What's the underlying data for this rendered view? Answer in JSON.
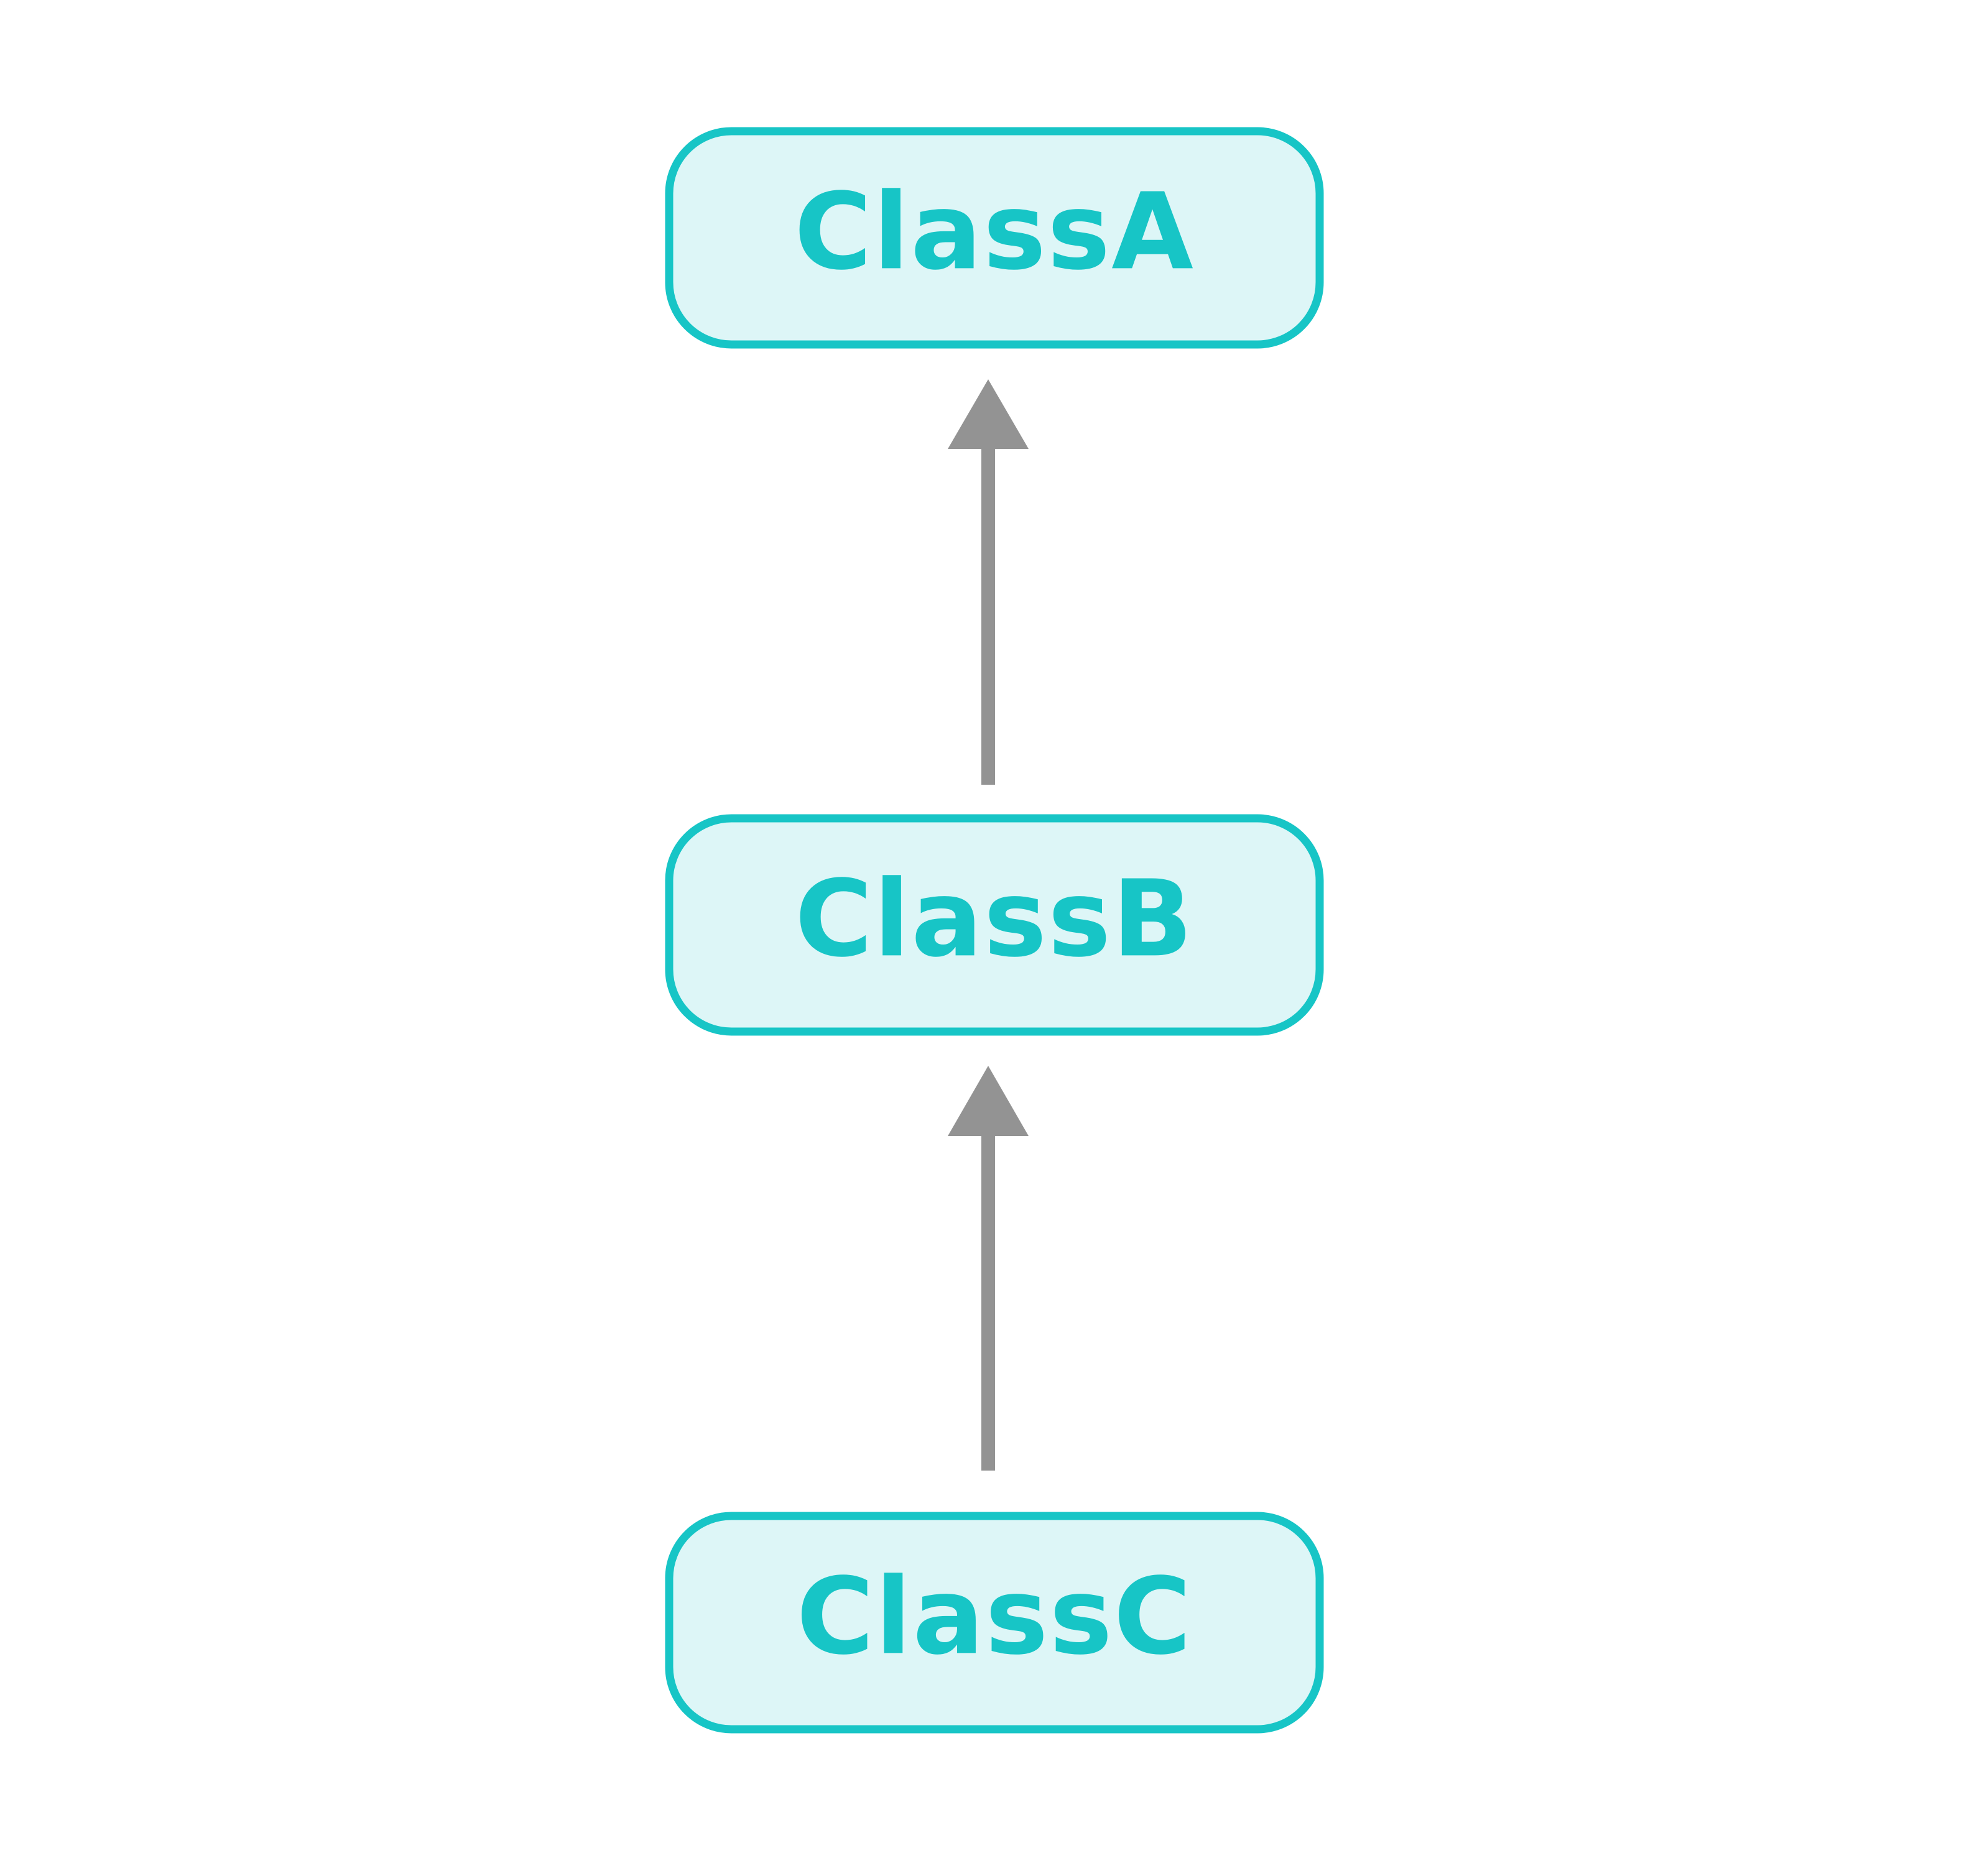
{
  "diagram": {
    "type": "class-inheritance",
    "colors": {
      "node_fill": "#ddf6f7",
      "node_stroke": "#17c5c6",
      "node_text": "#17c5c6",
      "edge": "#939393",
      "background": "#ffffff"
    },
    "nodes": [
      {
        "id": "classA",
        "label": "ClassA"
      },
      {
        "id": "classB",
        "label": "ClassB"
      },
      {
        "id": "classC",
        "label": "ClassC"
      }
    ],
    "edges": [
      {
        "from": "classB",
        "to": "classA",
        "arrow": "filled-triangle"
      },
      {
        "from": "classC",
        "to": "classB",
        "arrow": "filled-triangle"
      }
    ]
  }
}
